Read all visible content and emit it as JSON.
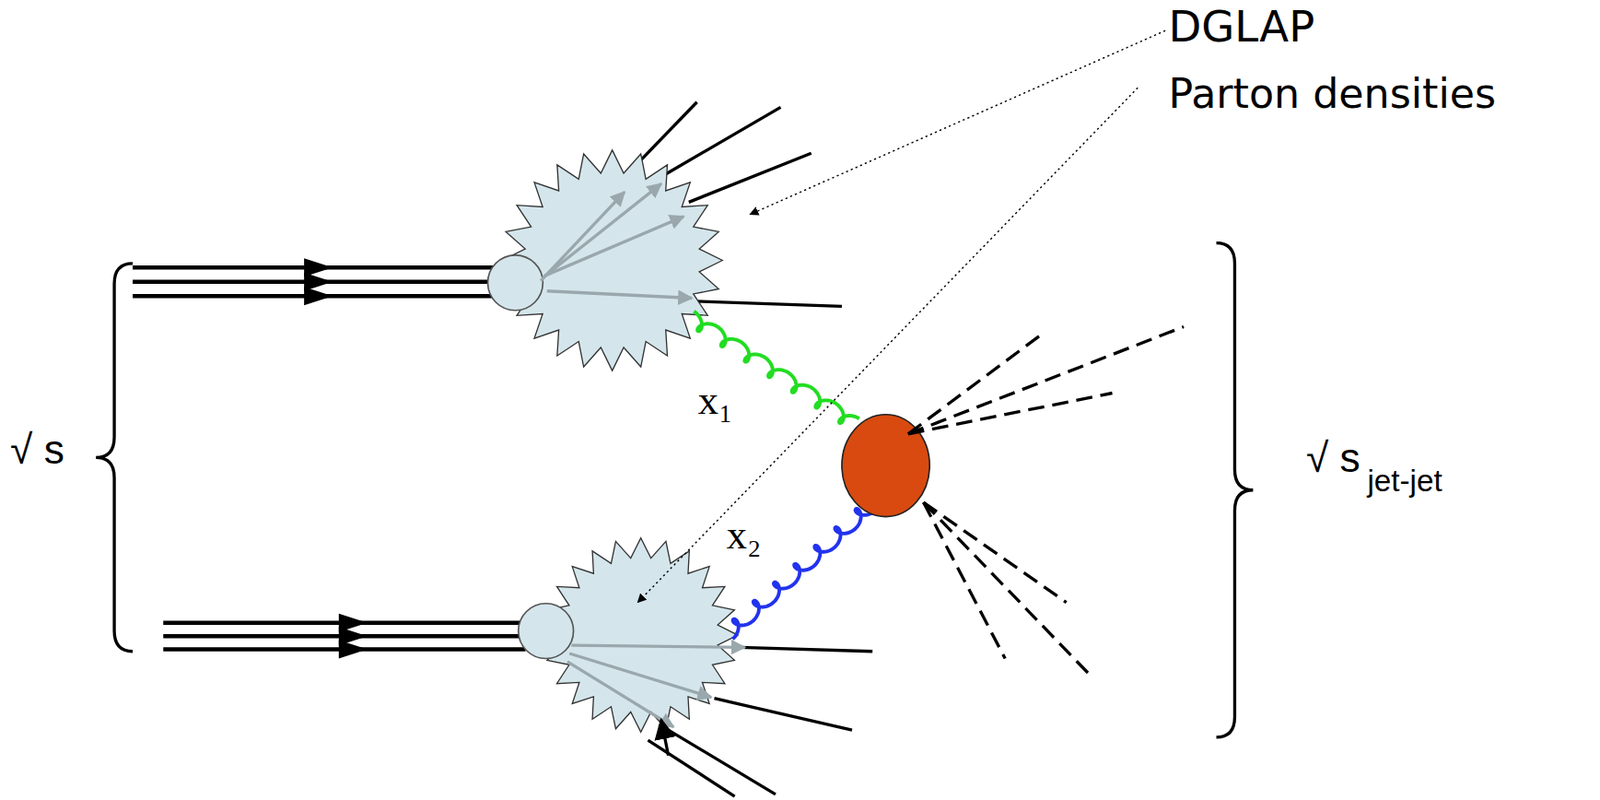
{
  "diagram": {
    "labels": [
      "DGLAP",
      "Parton densities",
      "x₁",
      "x₂",
      "√ s",
      "√ s",
      "jet-jet"
    ]
  }
}
